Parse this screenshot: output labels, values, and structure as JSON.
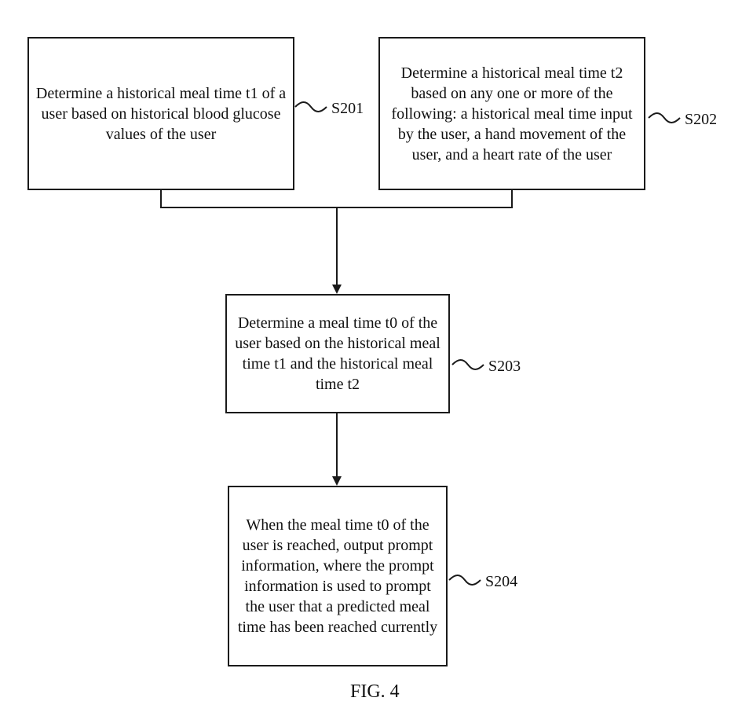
{
  "steps": [
    {
      "id": "S201",
      "text": "Determine a historical meal time t1 of a user based on historical blood glucose values of the user"
    },
    {
      "id": "S202",
      "text": "Determine a historical meal time t2 based on any one or more of the following: a historical meal time input by the user, a hand movement of the user, and a heart rate of the user"
    },
    {
      "id": "S203",
      "text": "Determine a meal time t0 of the user based on the historical meal time t1 and the historical meal time t2"
    },
    {
      "id": "S204",
      "text": "When the meal time t0 of the user is reached, output prompt information, where the prompt information is used to prompt the user that a predicted meal time has been reached currently"
    }
  ],
  "figure_caption": "FIG. 4",
  "colors": {
    "line": "#1a1a1a",
    "background": "#ffffff"
  }
}
